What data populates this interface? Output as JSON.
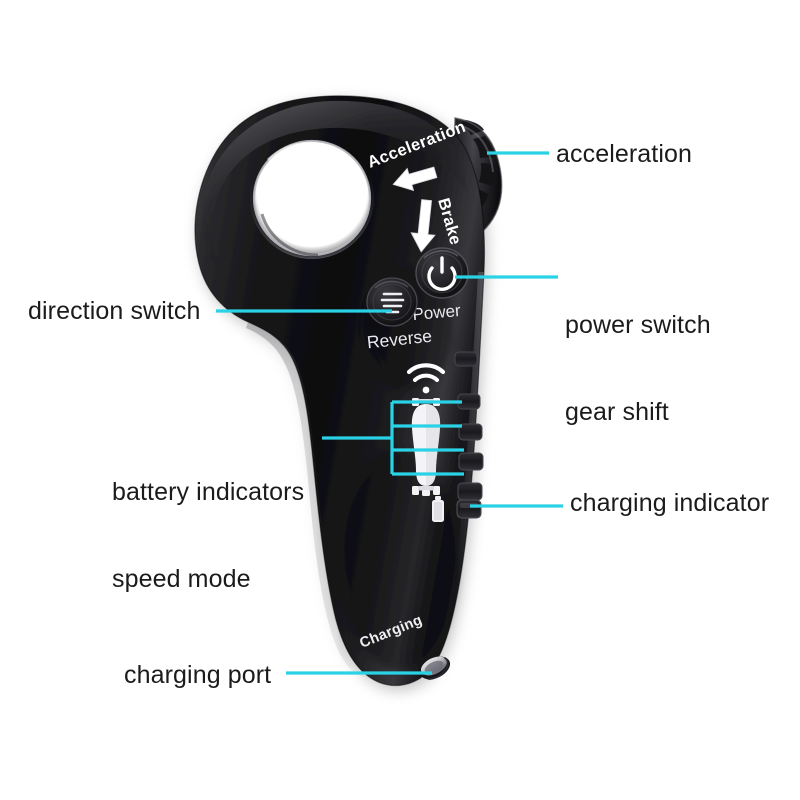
{
  "figure": {
    "title": "Electric skateboard remote control — labeled parts diagram",
    "background_color": "#ffffff",
    "callout_color": "#2ad2e6",
    "label_color": "#1b1b1b",
    "body_color": "#1d1d1f"
  },
  "callouts": [
    {
      "id": "acceleration",
      "label": "acceleration",
      "side": "right",
      "target": "throttle-wheel"
    },
    {
      "id": "power_gear",
      "label": "power switch\ngear shift",
      "line1": "power switch",
      "line2": "gear shift",
      "side": "right",
      "target": "power-button"
    },
    {
      "id": "direction",
      "label": "direction switch",
      "side": "left",
      "target": "reverse-button"
    },
    {
      "id": "battery_speed",
      "label": "battery indicators\nspeed mode",
      "line1": "battery indicators",
      "line2": "speed mode",
      "side": "left",
      "target": "led-bank"
    },
    {
      "id": "charging_indicator",
      "label": "charging indicator",
      "side": "right",
      "target": "charging-led"
    },
    {
      "id": "charging_port",
      "label": "charging port",
      "side": "left",
      "target": "charging-port"
    }
  ],
  "device_markings": {
    "acceleration": "Acceleration",
    "brake": "Brake",
    "power": "Power",
    "reverse": "Reverse",
    "charging": "Charging"
  },
  "device_icons": {
    "power_symbol": "power-icon",
    "reverse_symbol": "reverse-icon",
    "signal_symbol": "wifi-signal-icon",
    "board_symbol": "skateboard-icon",
    "battery_symbol": "battery-icon",
    "acceleration_arrow": "arrow-left-icon",
    "brake_arrow": "arrow-down-icon"
  },
  "indicators": {
    "led_count": 4,
    "charging_led_count": 1
  }
}
